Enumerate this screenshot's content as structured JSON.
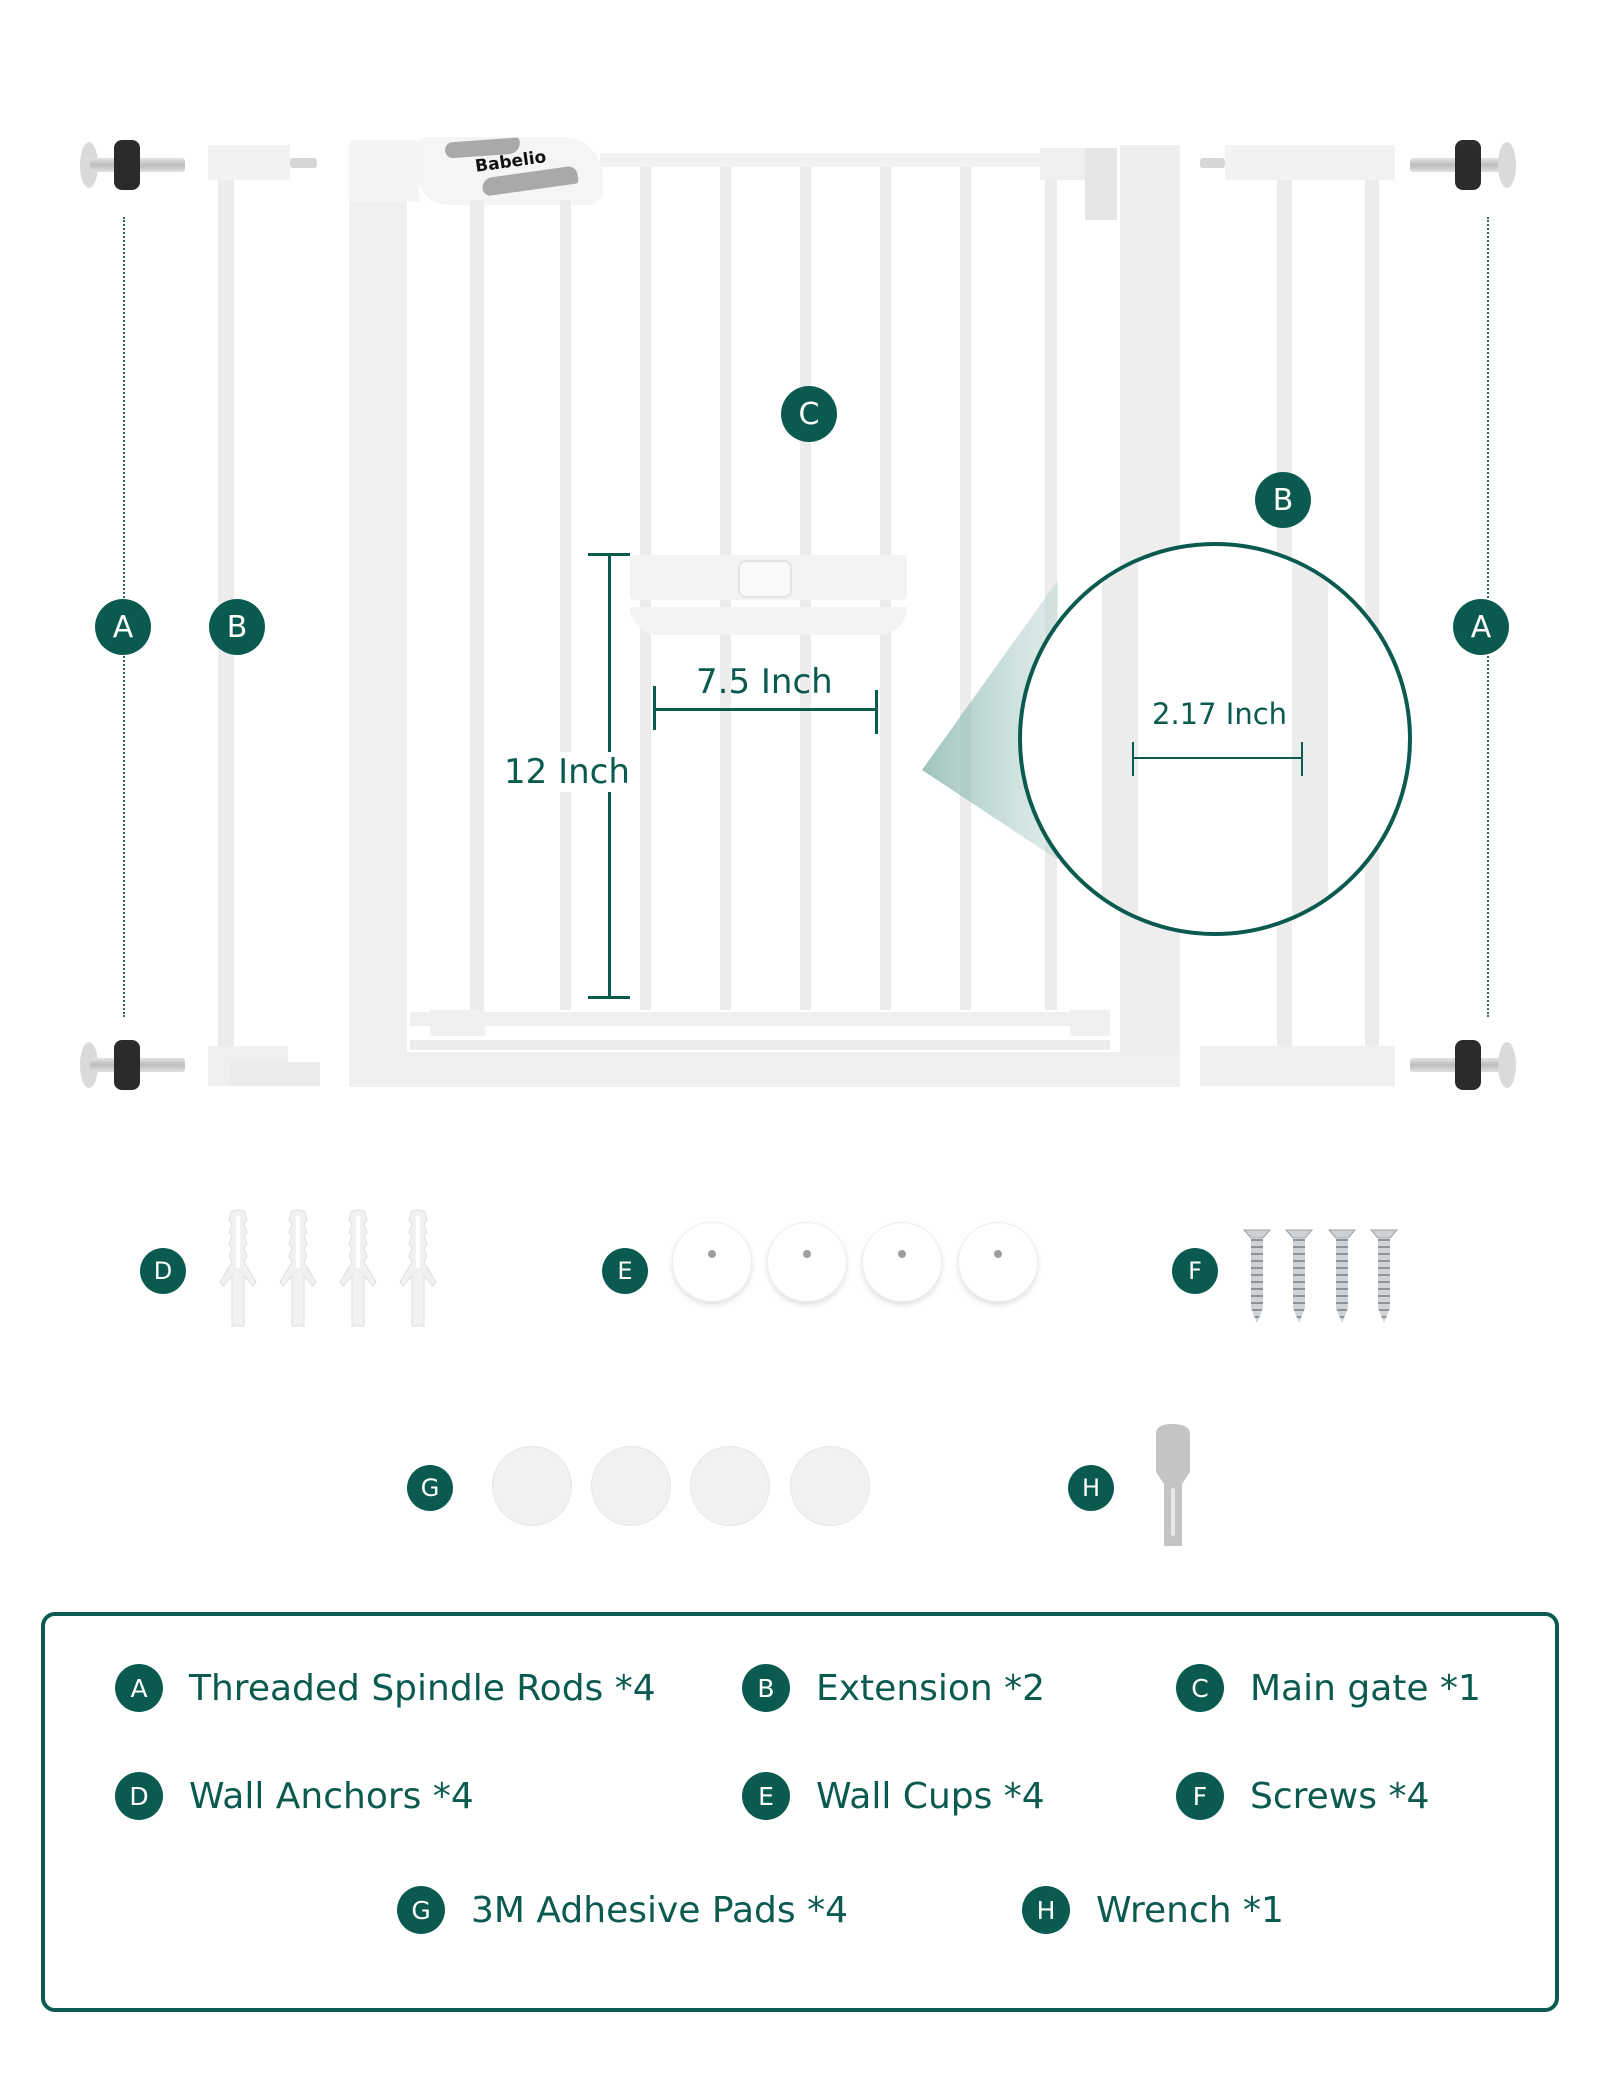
{
  "diagram": {
    "brand_logo": "Babelio",
    "callouts": {
      "A_left": "A",
      "B_left": "B",
      "C": "C",
      "B_right": "B",
      "A_right": "A"
    },
    "dimensions": {
      "height": "12 Inch",
      "width": "7.5 Inch",
      "zoom_detail": "2.17 Inch"
    },
    "accessory_badges": {
      "D": "D",
      "E": "E",
      "F": "F",
      "G": "G",
      "H": "H"
    }
  },
  "legend": {
    "items": [
      {
        "letter": "A",
        "label": "Threaded Spindle Rods *4"
      },
      {
        "letter": "B",
        "label": "Extension *2"
      },
      {
        "letter": "C",
        "label": "Main gate *1"
      },
      {
        "letter": "D",
        "label": "Wall Anchors *4"
      },
      {
        "letter": "E",
        "label": "Wall Cups *4"
      },
      {
        "letter": "F",
        "label": "Screws *4"
      },
      {
        "letter": "G",
        "label": "3M Adhesive Pads *4"
      },
      {
        "letter": "H",
        "label": "Wrench *1"
      }
    ]
  },
  "colors": {
    "accent": "#0b5a50",
    "frame": "#ececec"
  }
}
